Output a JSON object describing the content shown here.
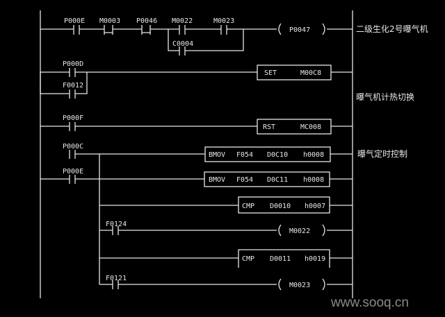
{
  "rung1": {
    "contacts": [
      "P000E",
      "M0003",
      "P0046",
      "M0022",
      "M0023"
    ],
    "branch_contact": "C0004",
    "coil": "P0047",
    "comment": "二级生化2号曝气机"
  },
  "rung2": {
    "contact": "P000D",
    "branch_contact": "F0012",
    "instr": "SET",
    "operand": "M00C8",
    "comment": "曝气机计热切换"
  },
  "rung3": {
    "contact": "P000F",
    "instr": "RST",
    "operand": "MC008"
  },
  "rung4": {
    "contact": "P000C",
    "instr": "BMOV",
    "op1": "F054",
    "op2": "D0C10",
    "op3": "h0008",
    "comment": "曝气定时控制"
  },
  "rung5": {
    "contact": "P000E",
    "instr": "BMOV",
    "op1": "F054",
    "op2": "D0C11",
    "op3": "h0008"
  },
  "rung6": {
    "instr": "CMP",
    "op1": "D0010",
    "op2": "h0007"
  },
  "rung7": {
    "contact": "F0124",
    "coil": "M0022"
  },
  "rung8": {
    "instr": "CMP",
    "op1": "D0011",
    "op2": "h0019"
  },
  "rung9": {
    "contact": "F0121",
    "coil": "M0023"
  },
  "watermark": "www.sooq.cn"
}
